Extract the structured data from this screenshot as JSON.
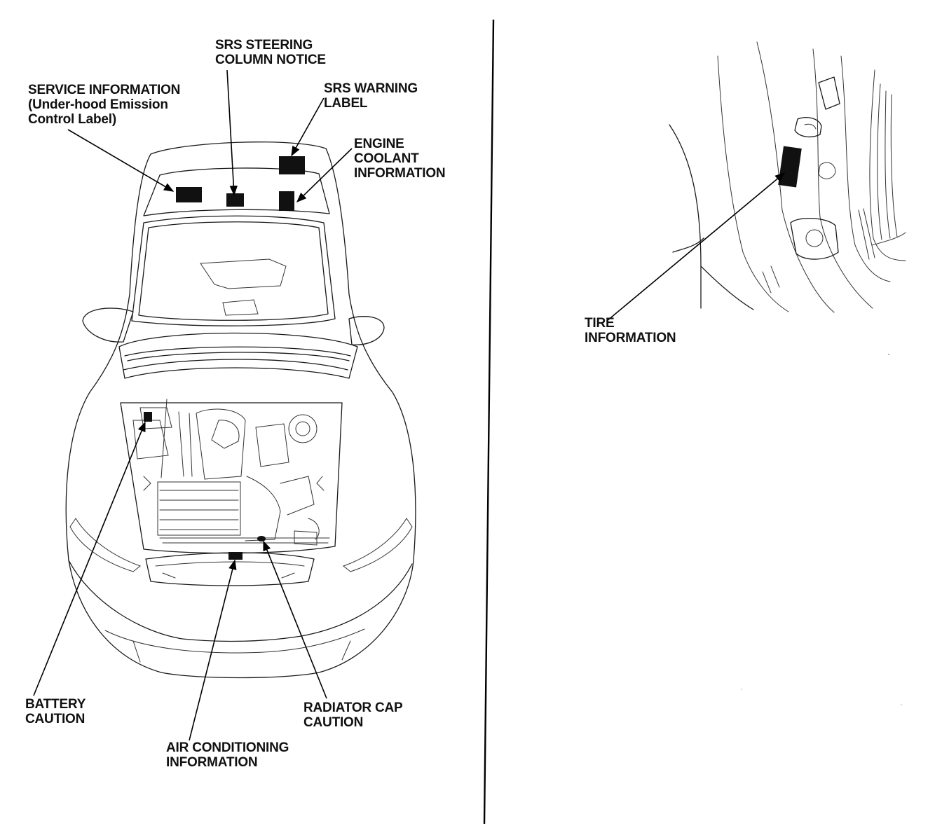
{
  "labels": {
    "service_info": [
      "SERVICE INFORMATION",
      "(Under-hood Emission",
      "Control Label)"
    ],
    "srs_steering": [
      "SRS STEERING",
      "COLUMN NOTICE"
    ],
    "srs_warning": [
      "SRS WARNING",
      "LABEL"
    ],
    "engine_coolant": [
      "ENGINE",
      "COOLANT",
      "INFORMATION"
    ],
    "battery": [
      "BATTERY",
      "CAUTION"
    ],
    "radiator_cap": [
      "RADIATOR CAP",
      "CAUTION"
    ],
    "air_conditioning": [
      "AIR CONDITIONING",
      "INFORMATION"
    ],
    "tire": [
      "TIRE",
      "INFORMATION"
    ]
  },
  "colors": {
    "ink": "#111111",
    "paper": "#ffffff"
  }
}
